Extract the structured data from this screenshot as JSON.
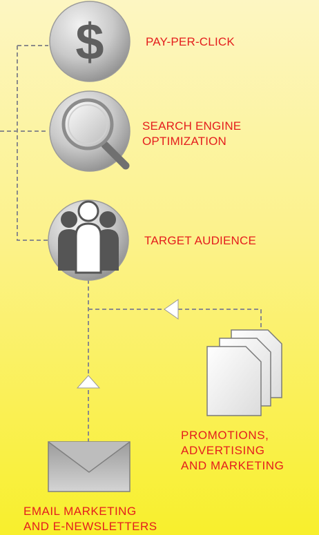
{
  "colors": {
    "label": "#e41d1d",
    "connector": "#8a8a8a",
    "icon_grey": "#9a9a9a",
    "background_top": "#fdf6c2",
    "background_bottom": "#f8ef2c"
  },
  "nodes": {
    "ppc": {
      "label": "PAY-PER-CLICK",
      "icon": "dollar-icon",
      "symbol": "$"
    },
    "seo": {
      "label": "SEARCH ENGINE\nOPTIMIZATION",
      "icon": "magnifier-icon"
    },
    "audience": {
      "label": "TARGET AUDIENCE",
      "icon": "audience-icon"
    },
    "promotions": {
      "label": "PROMOTIONS,\nADVERTISING\nAND MARKETING",
      "icon": "documents-stack-icon"
    },
    "email": {
      "label": "EMAIL MARKETING\nAND E-NEWSLETTERS",
      "icon": "envelope-icon"
    }
  }
}
